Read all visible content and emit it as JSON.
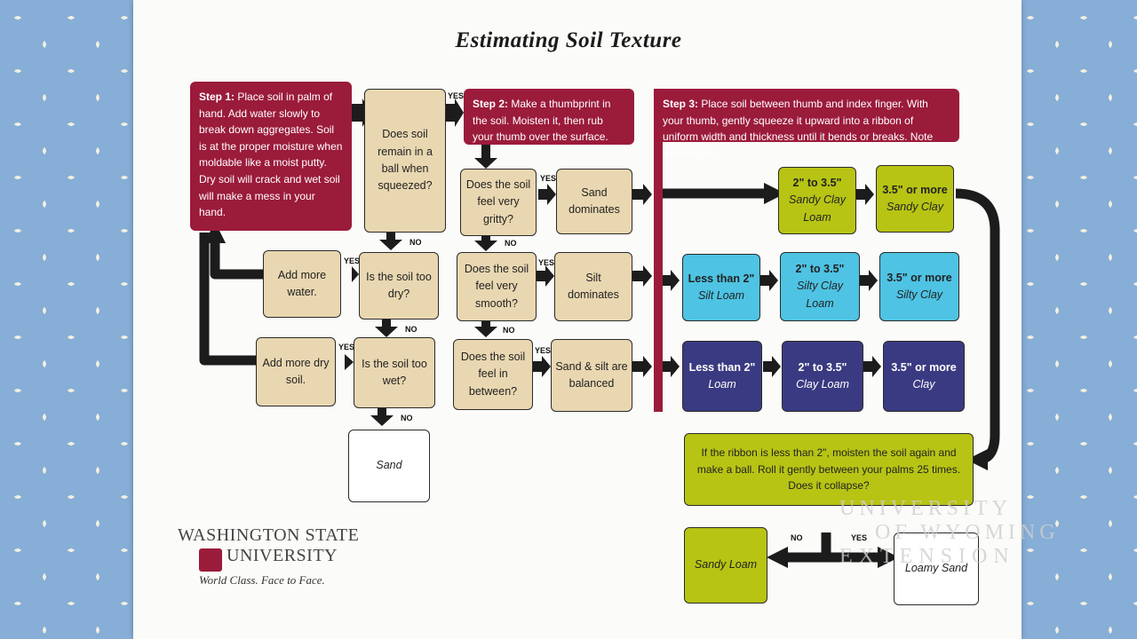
{
  "title": "Estimating Soil Texture",
  "step1": {
    "heading": "Step 1:",
    "text": "Place soil in palm of hand. Add water slowly to break down aggregates. Soil is at the proper moisture when moldable like a moist putty. Dry soil will crack and wet soil will make a mess in your hand."
  },
  "step2": {
    "heading": "Step 2:",
    "text": "Make a thumbprint in the soil. Moisten it, then rub your thumb over the surface."
  },
  "step3": {
    "heading": "Step 3:",
    "text": "Place soil between thumb and index finger. With your thumb, gently squeeze it upward into a ribbon of uniform width and thickness until it bends or breaks. Note this length."
  },
  "q_ball": "Does soil remain in a ball when squeezed?",
  "q_dry": "Is the soil too dry?",
  "q_wet": "Is the soil too wet?",
  "add_water": "Add more water.",
  "add_dry": "Add more dry soil.",
  "sand_result": "Sand",
  "q_gritty": "Does the soil feel very gritty?",
  "q_smooth": "Does the soil feel very smooth?",
  "q_between": "Does the soil feel in between?",
  "sand_dom": "Sand dominates",
  "silt_dom": "Silt dominates",
  "balanced": "Sand & silt are balanced",
  "row1": [
    {
      "len": "2\" to 3.5\"",
      "name": "Sandy Clay Loam"
    },
    {
      "len": "3.5\" or more",
      "name": "Sandy Clay"
    }
  ],
  "row2": [
    {
      "len": "Less than 2\"",
      "name": "Silt Loam"
    },
    {
      "len": "2\" to 3.5\"",
      "name": "Silty Clay Loam"
    },
    {
      "len": "3.5\" or more",
      "name": "Silty Clay"
    }
  ],
  "row3": [
    {
      "len": "Less than 2\"",
      "name": "Loam"
    },
    {
      "len": "2\" to 3.5\"",
      "name": "Clay Loam"
    },
    {
      "len": "3.5\" or more",
      "name": "Clay"
    }
  ],
  "ribbon_q": "If the ribbon is less than 2\", moisten the soil again and make a ball. Roll it gently between your palms 25 times. Does it collapse?",
  "sandy_loam": "Sandy Loam",
  "loamy_sand": "Loamy Sand",
  "labels": {
    "yes": "YES",
    "no": "NO"
  },
  "wsu": {
    "line1": "WASHINGTON STATE",
    "line2": "UNIVERSITY",
    "tagline": "World Class. Face to Face."
  },
  "uw": {
    "line1": "UNIVERSITY",
    "line2": "OF WYOMING",
    "line3": "EXTENSION"
  },
  "colors": {
    "maroon": "#9b1b3b",
    "tan": "#e9d7b1",
    "olive": "#b7c414",
    "cyan": "#4ec3e3",
    "navy": "#3a3a82"
  }
}
